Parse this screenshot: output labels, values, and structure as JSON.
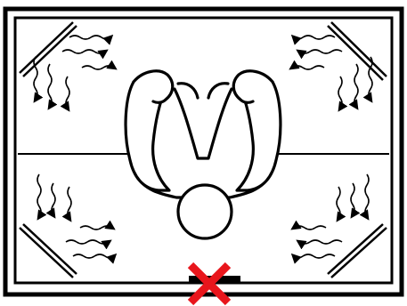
{
  "diagram": {
    "subject": "person-sleeping-on-bed-viewed-from-above",
    "corners": [
      "top-left",
      "top-right",
      "bottom-left",
      "bottom-right"
    ],
    "airflow_icon": "wavy-arrow-icon",
    "marker_icon": "red-x-icon",
    "colors": {
      "line": "#000000",
      "background": "#ffffff",
      "marker": "#e8161c"
    }
  }
}
